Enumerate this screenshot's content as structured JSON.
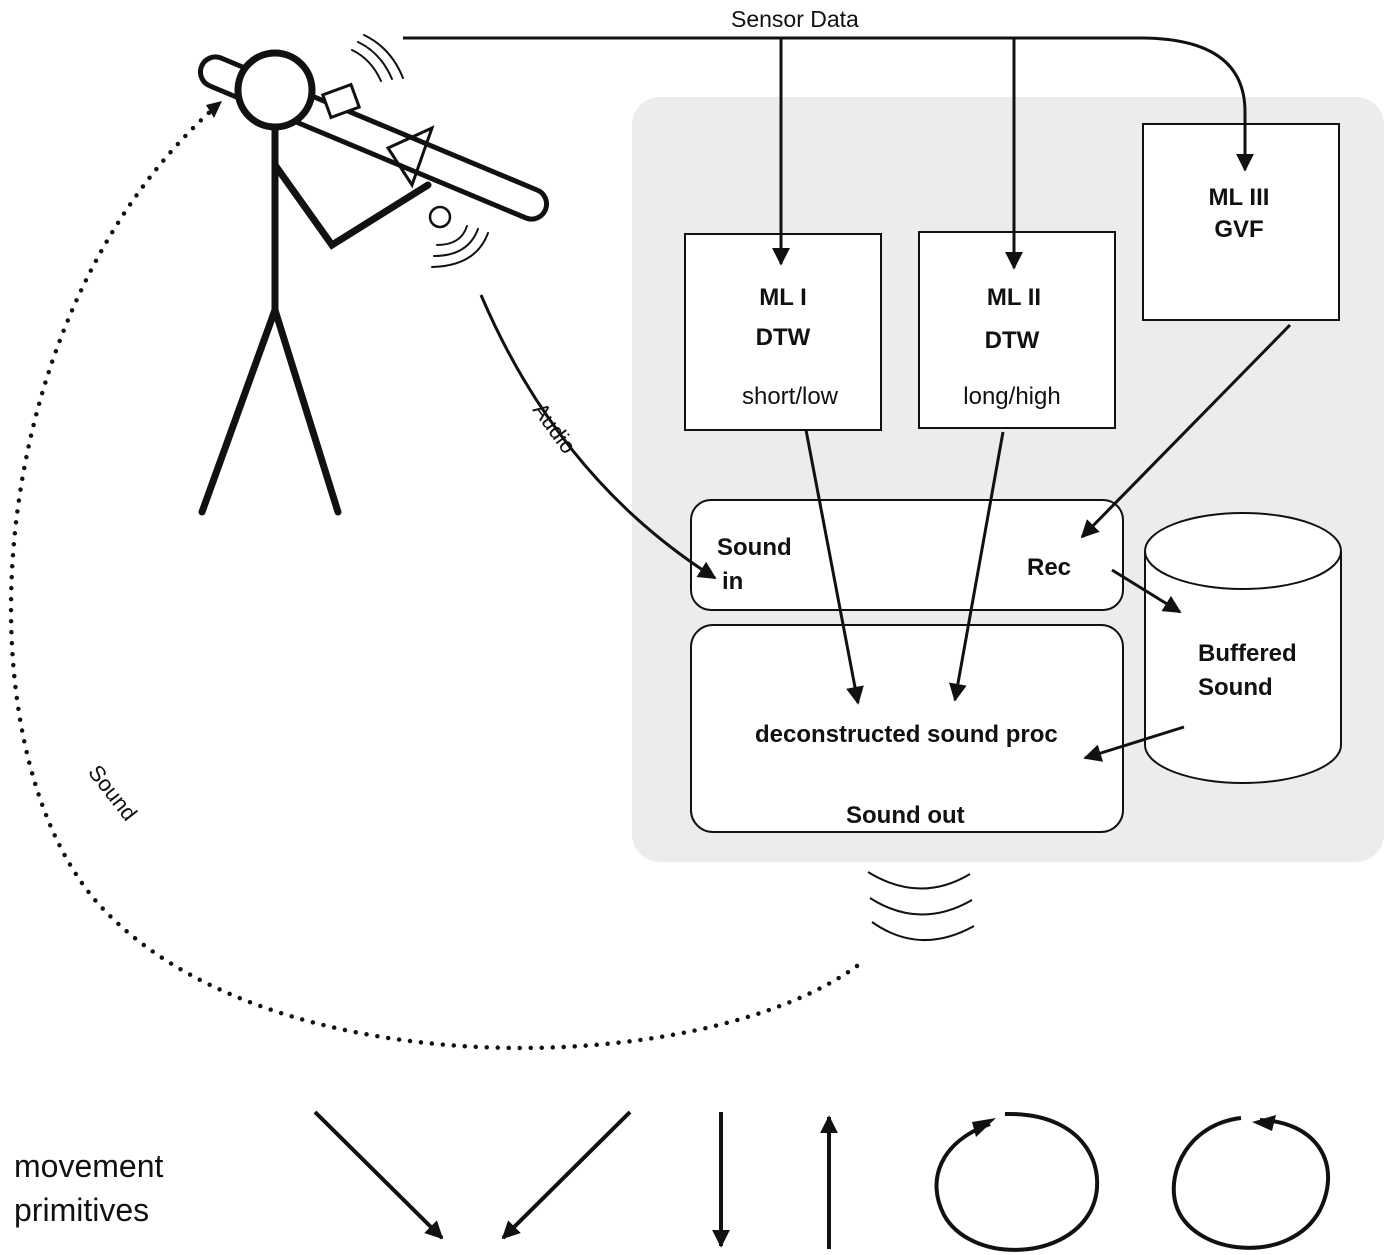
{
  "labels": {
    "sensor_data": "Sensor Data",
    "audio": "Audio",
    "sound": "Sound"
  },
  "modules": {
    "ml1": {
      "title": "ML I",
      "method": "DTW",
      "range": "short/low"
    },
    "ml2": {
      "title": "ML II",
      "method": "DTW",
      "range": "long/high"
    },
    "ml3": {
      "title": "ML III",
      "method": "GVF"
    }
  },
  "sound_in_box": {
    "label_line1": "Sound",
    "label_line2": "in",
    "rec": "Rec"
  },
  "sound_out_box": {
    "process": "deconstructed sound proc",
    "out": "Sound out"
  },
  "buffer": {
    "line1": "Buffered",
    "line2": "Sound"
  },
  "legend": {
    "line1": "movement",
    "line2": "primitives",
    "primitives": [
      "arrow-down-right-icon",
      "arrow-down-left-icon",
      "arrow-down-icon",
      "arrow-up-icon",
      "circle-clockwise-icon",
      "circle-counterclockwise-icon"
    ]
  }
}
